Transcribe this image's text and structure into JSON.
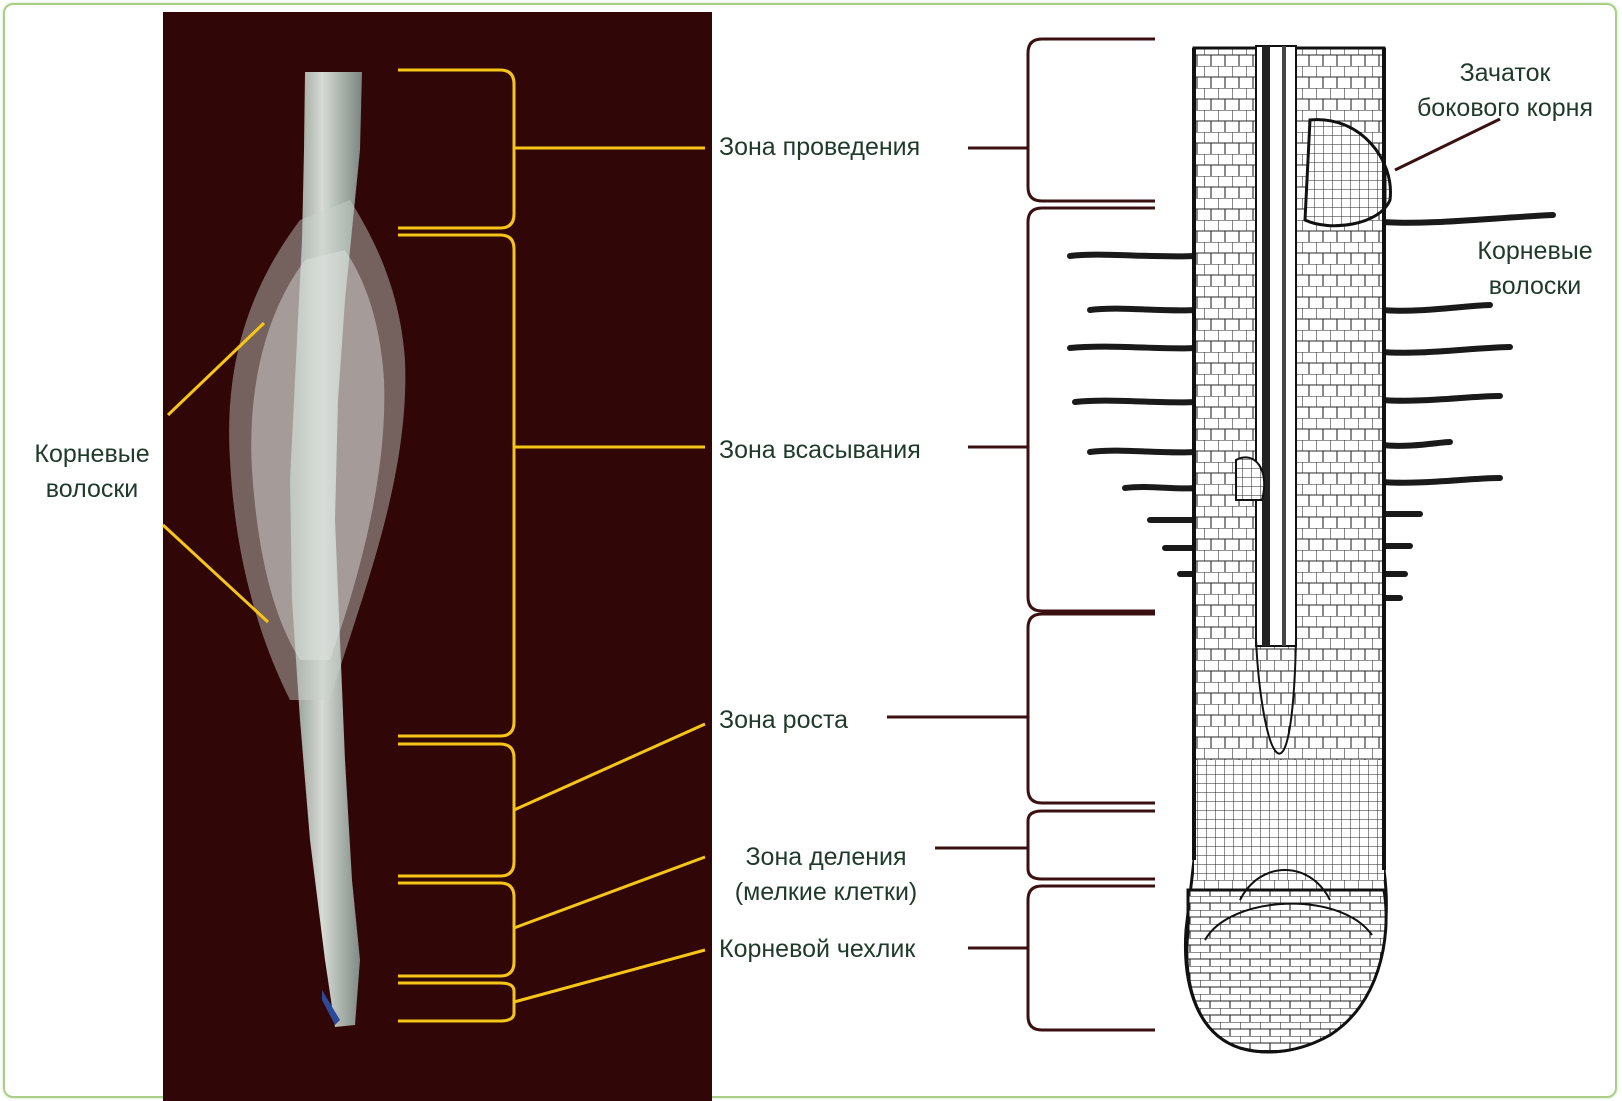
{
  "left": {
    "label_root_hairs": [
      "Корневые",
      "волоски"
    ],
    "zones": {
      "conduction": "Зона проведения",
      "absorption": "Зона всасывания",
      "growth": "Зона роста",
      "division": [
        "Зона деления",
        "(мелкие клетки)"
      ],
      "root_cap": "Корневой чехлик"
    }
  },
  "right": {
    "lateral_root": [
      "Зачаток",
      "бокового корня"
    ],
    "root_hairs": [
      "Корневые",
      "волоски"
    ]
  },
  "colors": {
    "photo_background": "#300606",
    "left_bracket": "#f5c518",
    "right_bracket": "#3a1010",
    "label_text": "#1f3a2a",
    "frame": "#a8cf85"
  }
}
